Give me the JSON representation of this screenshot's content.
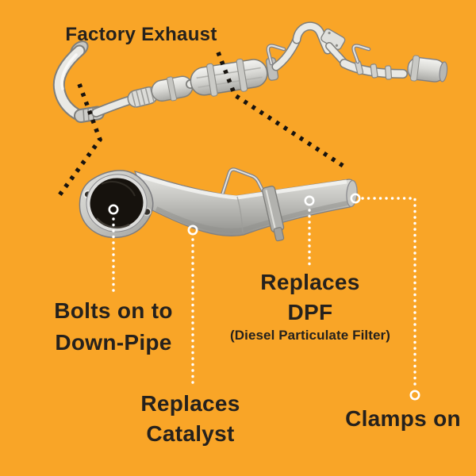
{
  "diagram": {
    "colors": {
      "background": "#F9A527",
      "text": "#25211D",
      "leader": "#FFFFFF",
      "cutline": "#17130F"
    },
    "title": "Factory Exhaust",
    "images": {
      "factory_exhaust": "factory-exhaust-system-illustration",
      "replacement_pipe": "dpf-delete-replacement-pipe-illustration"
    },
    "callouts": {
      "bolts": {
        "line1": "Bolts on to",
        "line2": "Down-Pipe"
      },
      "catalyst": {
        "line1": "Replaces",
        "line2": "Catalyst"
      },
      "dpf": {
        "line1": "Replaces",
        "line2": "DPF",
        "subtext": "(Diesel Particulate Filter)"
      },
      "clamps": {
        "line1": "Clamps on"
      }
    }
  }
}
